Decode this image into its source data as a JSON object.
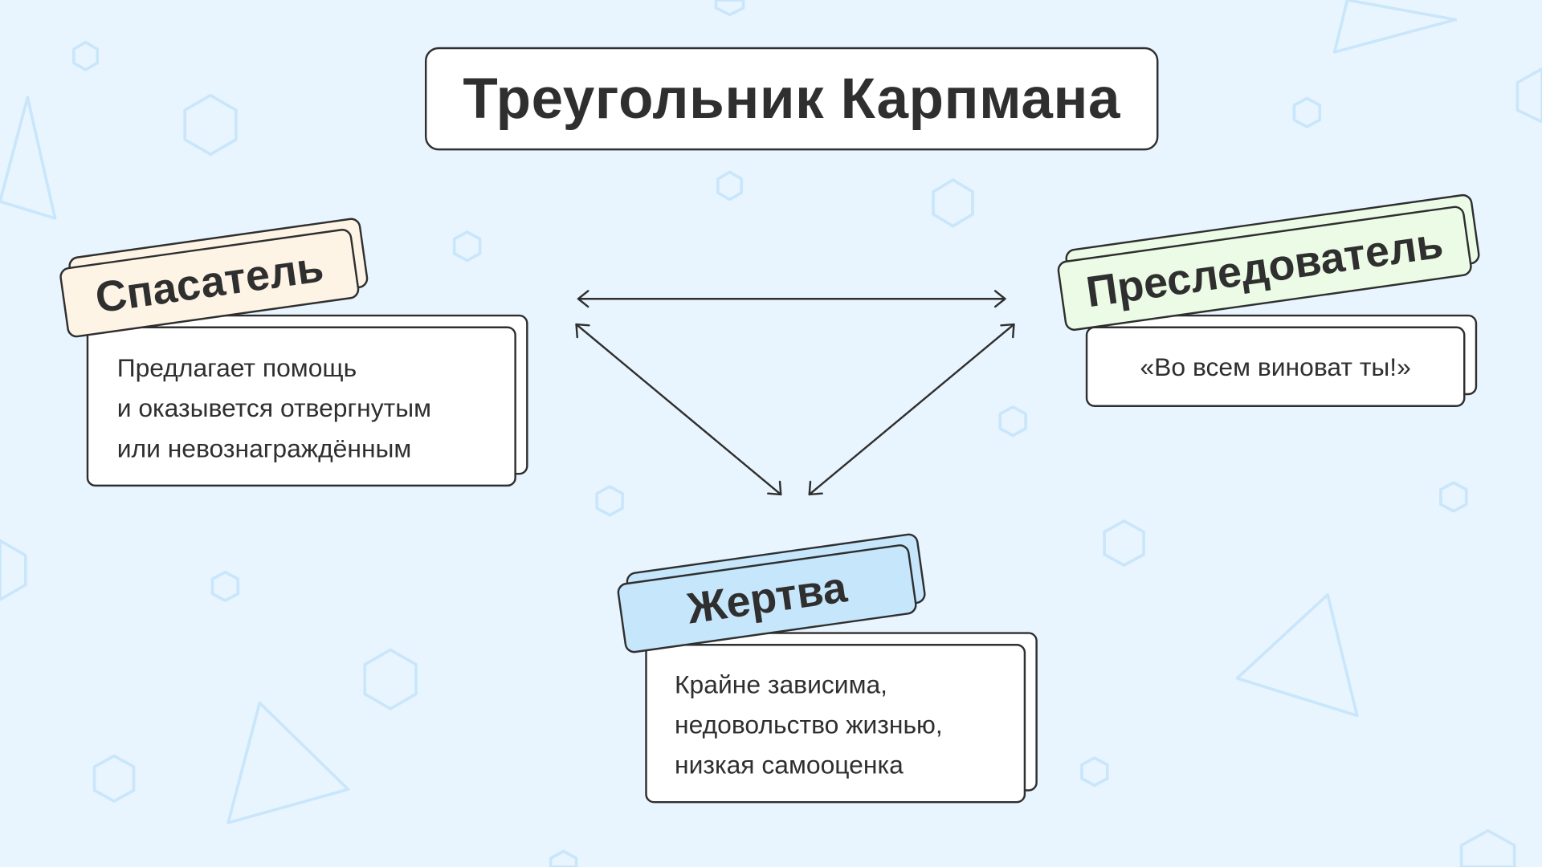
{
  "title": "Треугольник Карпмана",
  "roles": {
    "rescuer": {
      "label": "Спасатель",
      "lines": [
        "Предлагает помощь",
        "и оказывется отвергнутым",
        "или невознаграждённым"
      ],
      "color": "#fdf4e6"
    },
    "persecutor": {
      "label": "Преследователь",
      "lines": [
        "«Во всем виноват ты!»"
      ],
      "color": "#ecfbe6"
    },
    "victim": {
      "label": "Жертва",
      "lines": [
        "Крайне зависима,",
        "недовольство жизнью,",
        "низкая самооценка"
      ],
      "color": "#c6e6fb"
    }
  },
  "colors": {
    "background": "#e9f5fe",
    "decor": "#c9e6fb",
    "ink": "#2f2f2f"
  }
}
